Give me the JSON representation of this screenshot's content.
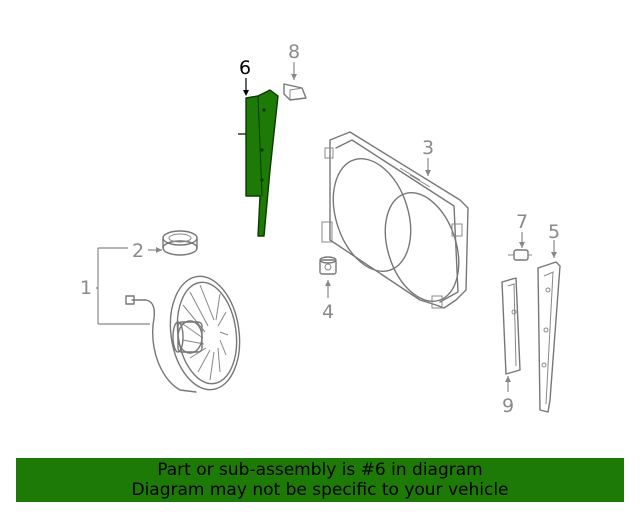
{
  "callouts": {
    "c1": "1",
    "c2": "2",
    "c3": "3",
    "c4": "4",
    "c5": "5",
    "c6": "6",
    "c7": "7",
    "c8": "8",
    "c9": "9"
  },
  "highlighted_part": "6",
  "colors": {
    "highlight": "#1e7a06",
    "line": "#777777",
    "banner_bg": "#1e7a06"
  },
  "banner": {
    "line1": "Part or sub-assembly is #6 in diagram",
    "line2": "Diagram may not be specific to your vehicle"
  }
}
